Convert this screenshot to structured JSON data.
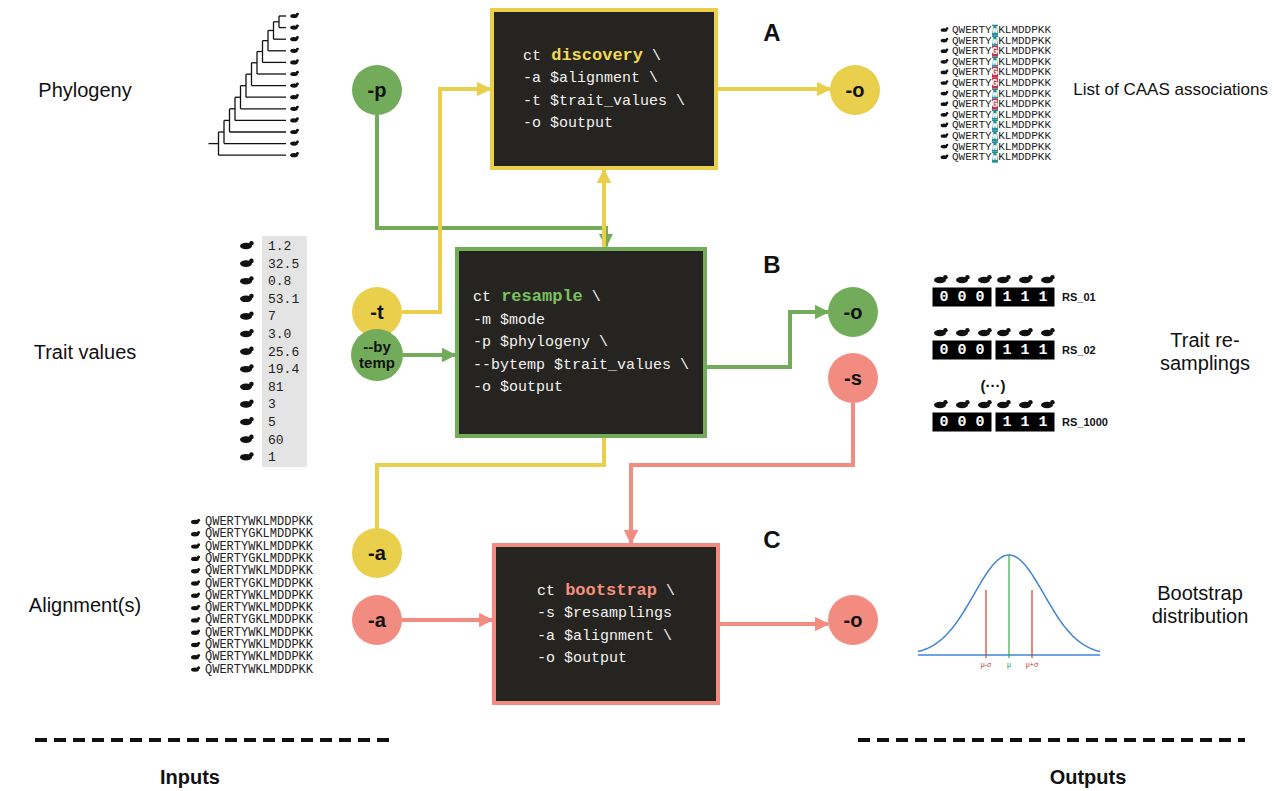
{
  "diagram": {
    "nodes": [
      {
        "text": [
          "ct",
          "discovery",
          "\\",
          "-a $alignment \\",
          "-t $trait_values \\",
          "-o $output"
        ]
      },
      {
        "text": [
          "-p"
        ]
      },
      {
        "text": [
          "-o"
        ]
      },
      {
        "text": [
          "-t"
        ]
      },
      {
        "text": [
          "ct",
          "resample",
          "\\",
          "-m $mode",
          "-p $phylogeny \\",
          "--bytemp $trait_values \\",
          "-o $output"
        ]
      },
      {
        "text": [
          "--by temp"
        ]
      },
      {
        "text": [
          "-o"
        ]
      },
      {
        "text": [
          "-s"
        ]
      },
      {
        "text": [
          "-a"
        ]
      },
      {
        "text": [
          "ct",
          "bootstrap",
          "\\",
          "-s $resamplings",
          "-a $alignment \\",
          "-o $output"
        ]
      },
      {
        "text": [
          "-a"
        ]
      },
      {
        "text": [
          "-o"
        ]
      }
    ],
    "edges": [
      {
        "from": 1,
        "to": 4,
        "arrow": "to"
      },
      {
        "from": 3,
        "to": 0,
        "arrow": "to"
      },
      {
        "from": 5,
        "to": 4,
        "arrow": "to"
      },
      {
        "from": 8,
        "to": 0,
        "arrow": "to"
      },
      {
        "from": 0,
        "to": 2,
        "arrow": "to"
      },
      {
        "from": 4,
        "to": 6,
        "arrow": "to"
      },
      {
        "from": 7,
        "to": 9,
        "arrow": "to"
      },
      {
        "from": 10,
        "to": 9,
        "arrow": "to"
      },
      {
        "from": 9,
        "to": 11,
        "arrow": "to"
      }
    ],
    "labels": [
      "Phylogeny",
      "Trait values",
      "Alignment(s)",
      "List of CAAS associations",
      "Trait re-samplings",
      "Bootstrap distribution",
      "Inputs",
      "Outputs",
      "A",
      "B",
      "C",
      "1.2",
      "32.5",
      "0.8",
      "53.1",
      "7",
      "3.0",
      "25.6",
      "19.4",
      "81",
      "3",
      "5",
      "60",
      "1",
      "QWERTYWKLMDDPKK",
      "QWERTYGKLMDDPKK",
      "QWERTYWKLMDDPKK",
      "QWERTYGKLMDDPKK",
      "QWERTYWKLMDDPKK",
      "QWERTYGKLMDDPKK",
      "QWERTYWKLMDDPKK",
      "QWERTYWKLMDDPKK",
      "QWERTYGKLMDDPKK",
      "QWERTYWKLMDDPKK",
      "QWERTYWKLMDDPKK",
      "QWERTYWKLMDDPKK",
      "QWERTYWKLMDDPKK",
      "QWERTY",
      "W",
      "KLMDDPKK",
      "QWERTY",
      "W",
      "KLMDDPKK",
      "QWERTY",
      "G",
      "KLMDDPKK",
      "QWERTY",
      "W",
      "KLMDDPKK",
      "QWERTY",
      "G",
      "KLMDDPKK",
      "QWERTY",
      "G",
      "KLMDDPKK",
      "QWERTY",
      "W",
      "KLMDDPKK",
      "QWERTY",
      "G",
      "KLMDDPKK",
      "QWERTY",
      "W",
      "KLMDDPKK",
      "QWERTY",
      "W",
      "KLMDDPKK",
      "QWERTY",
      "W",
      "KLMDDPKK",
      "QWERTY",
      "W",
      "KLMDDPKK",
      "QWERTY",
      "W",
      "KLMDDPKK",
      "0 0 0",
      "1 1 1",
      "RS_01",
      "0 0 0",
      "1 1 1",
      "RS_02",
      "(···)",
      "0 0 0",
      "1 1 1",
      "RS_1000",
      "μ-σ",
      "μ",
      "μ+σ"
    ]
  }
}
